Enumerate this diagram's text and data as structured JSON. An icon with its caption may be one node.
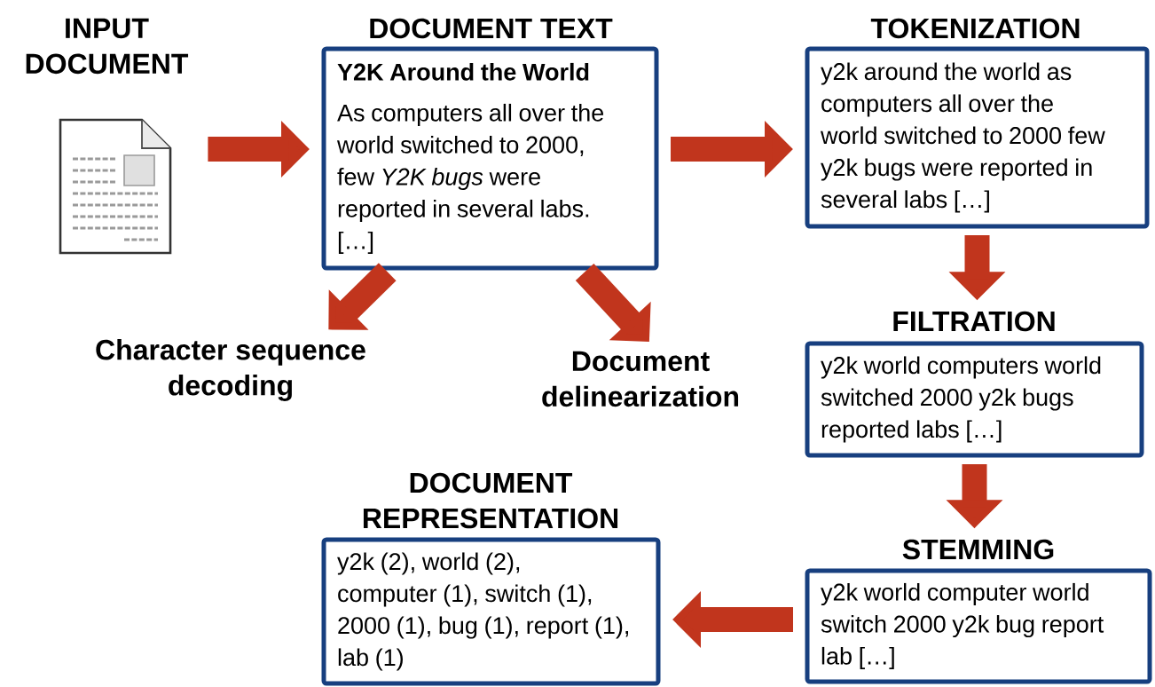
{
  "diagram": {
    "nodes": [
      {
        "text": [
          "INPUT DOCUMENT"
        ]
      },
      {
        "text": [
          "DOCUMENT TEXT",
          "Y2K Around the World",
          "As computers all over the world switched to 2000, few *Y2K bugs* were reported in several labs. […]"
        ]
      },
      {
        "text": [
          "TOKENIZATION",
          "y2k around the world as computers all over the world switched to 2000 few y2k bugs were reported in several labs […]"
        ]
      },
      {
        "text": [
          "Character sequence decoding"
        ]
      },
      {
        "text": [
          "Document delinearization"
        ]
      },
      {
        "text": [
          "FILTRATION",
          "y2k world computers world switched 2000 y2k bugs reported labs […]"
        ]
      },
      {
        "text": [
          "DOCUMENT REPRESENTATION",
          "y2k (2), world (2), computer (1), switch (1), 2000 (1), bug (1), report (1), lab (1)"
        ]
      },
      {
        "text": [
          "STEMMING",
          "y2k world computer world switch 2000 y2k bug report lab […]"
        ]
      }
    ],
    "edges": [
      {
        "from": 0,
        "to": 1,
        "arrow": "to"
      },
      {
        "from": 1,
        "to": 2,
        "arrow": "to"
      },
      {
        "from": 1,
        "to": 3,
        "arrow": "to"
      },
      {
        "from": 1,
        "to": 4,
        "arrow": "to"
      },
      {
        "from": 2,
        "to": 5,
        "arrow": "to"
      },
      {
        "from": 5,
        "to": 7,
        "arrow": "to"
      },
      {
        "from": 7,
        "to": 6,
        "arrow": "to"
      }
    ]
  }
}
